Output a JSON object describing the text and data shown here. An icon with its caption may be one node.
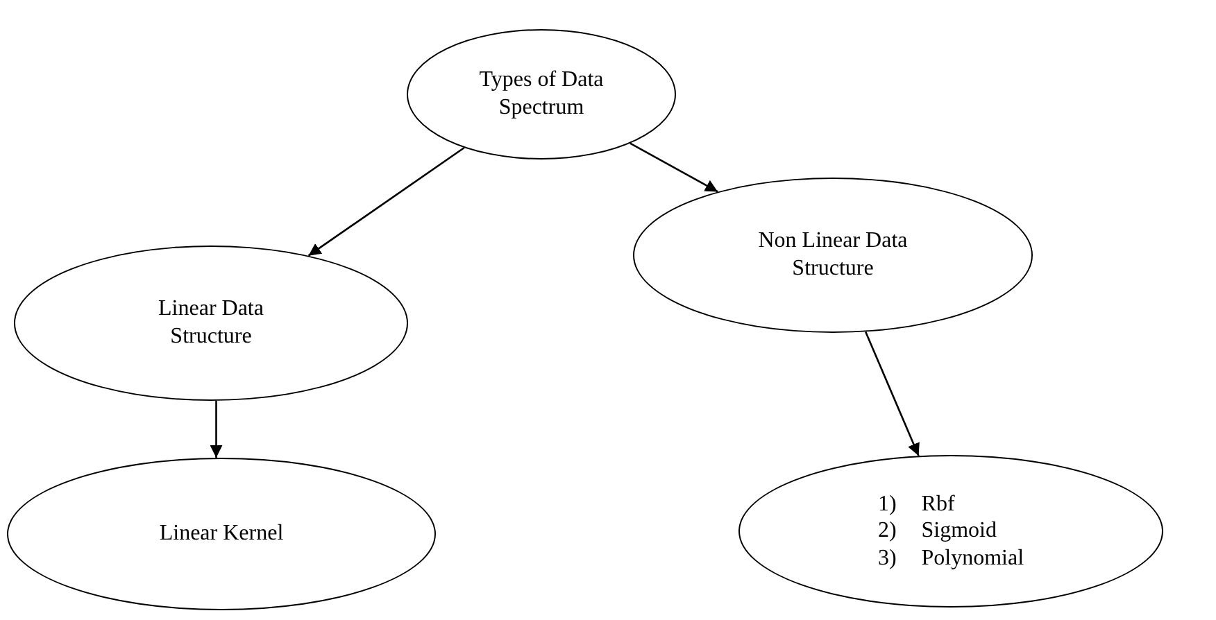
{
  "diagram": {
    "nodes": [
      {
        "text": [
          "Types of Data Spectrum"
        ]
      },
      {
        "text": [
          "Linear Data Structure"
        ]
      },
      {
        "text": [
          "Non Linear Data Structure"
        ]
      },
      {
        "text": [
          "Linear Kernel"
        ]
      },
      {
        "text": [
          "1)",
          "Rbf",
          "2)",
          "Sigmoid",
          "3)",
          "Polynomial"
        ]
      }
    ],
    "edges": [
      {
        "from": 0,
        "to": 1,
        "arrow": "to"
      },
      {
        "from": 0,
        "to": 2,
        "arrow": "to"
      },
      {
        "from": 1,
        "to": 3,
        "arrow": "to"
      },
      {
        "from": 2,
        "to": 4,
        "arrow": "to"
      }
    ]
  }
}
